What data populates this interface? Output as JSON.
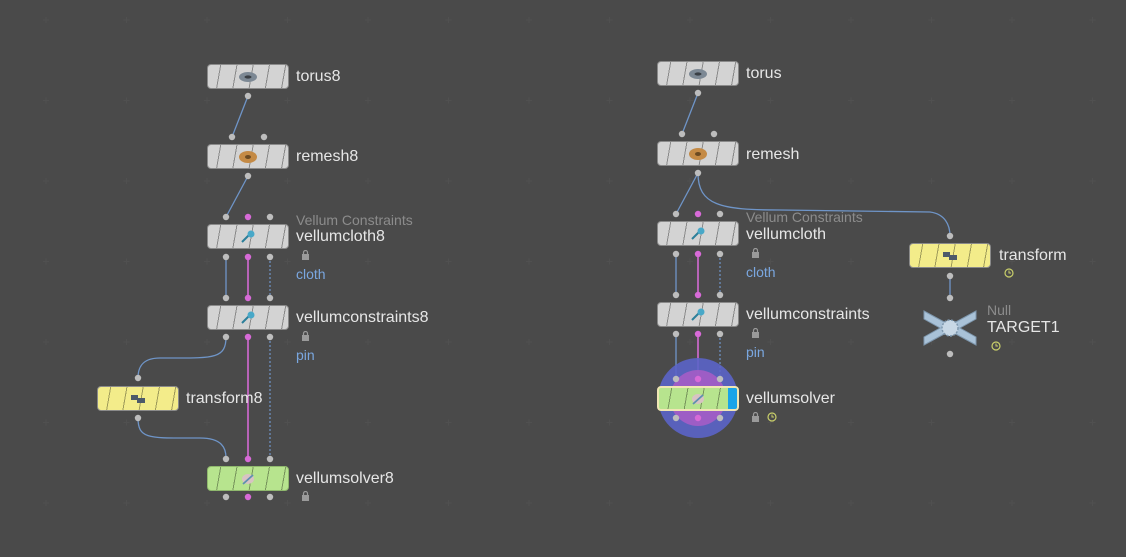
{
  "network_left": {
    "torus": {
      "name": "torus8"
    },
    "remesh": {
      "name": "remesh8"
    },
    "vellumcloth": {
      "type": "Vellum Constraints",
      "name": "vellumcloth8",
      "group": "cloth"
    },
    "vellumconstraints": {
      "name": "vellumconstraints8",
      "group": "pin"
    },
    "transform": {
      "name": "transform8"
    },
    "vellumsolver": {
      "name": "vellumsolver8"
    }
  },
  "network_right": {
    "torus": {
      "name": "torus"
    },
    "remesh": {
      "name": "remesh"
    },
    "vellumcloth": {
      "type": "Vellum Constraints",
      "name": "vellumcloth",
      "group": "cloth"
    },
    "vellumconstraints": {
      "name": "vellumconstraints",
      "group": "pin"
    },
    "vellumsolver": {
      "name": "vellumsolver"
    },
    "transform": {
      "name": "transform"
    },
    "null": {
      "type": "Null",
      "name": "TARGET1"
    }
  },
  "colors": {
    "background": "#2e2e2e",
    "wire": "#6f95c8",
    "vellum_wire": "#d46ad4",
    "generic_node": "#d3d3d3",
    "transform_node": "#f3ec8a",
    "solver_node": "#b7e48e",
    "group_text": "#7aa7e0"
  }
}
